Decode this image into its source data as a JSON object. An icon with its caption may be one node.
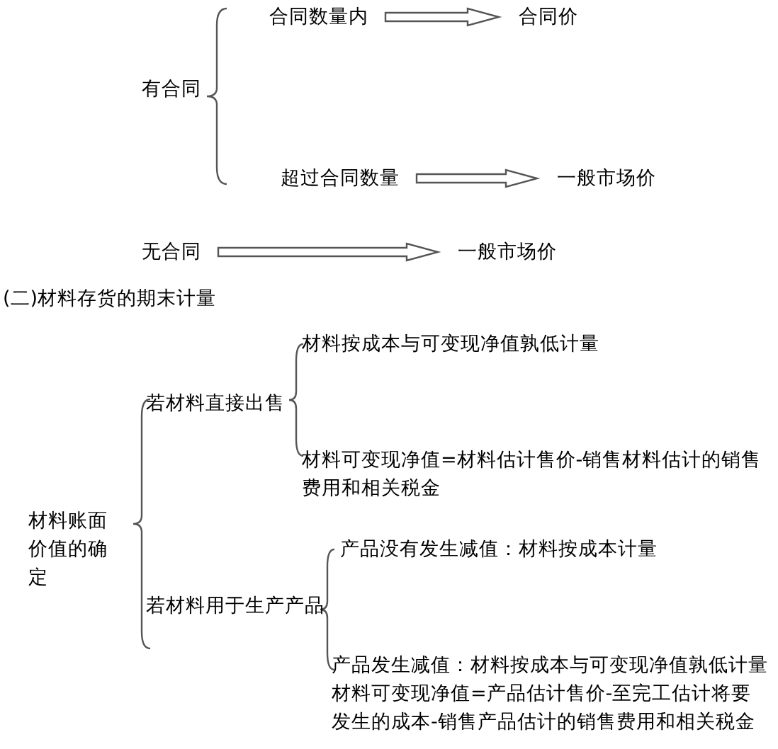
{
  "diagram": {
    "nodes": [
      {
        "text": [
          "合同数量内"
        ]
      },
      {
        "text": [
          "合同价"
        ]
      },
      {
        "text": [
          "超过合同数量"
        ]
      },
      {
        "text": [
          "一般市场价"
        ]
      },
      {
        "text": [
          "无合同"
        ]
      },
      {
        "text": [
          "一般市场价"
        ]
      }
    ],
    "edges": [
      {
        "from": 0,
        "to": 1,
        "arrow": "to"
      },
      {
        "from": 2,
        "to": 3,
        "arrow": "to"
      },
      {
        "from": 4,
        "to": 5,
        "arrow": "to"
      }
    ],
    "labels": [
      "有合同",
      "(二)材料存货的期末计量",
      "材料账面价值的确定",
      "若材料直接出售",
      "材料按成本与可变现净值孰低计量",
      "材料可变现净值=材料估计售价-销售材料估计的销售费用和相关税金",
      "若材料用于生产产品",
      "产品没有发生减值：材料按成本计量",
      "产品发生减值：材料按成本与可变现净值孰低计量",
      "材料可变现净值=产品估计售价-至完工估计将要发生的成本-销售产品估计的销售费用和相关税金"
    ]
  }
}
